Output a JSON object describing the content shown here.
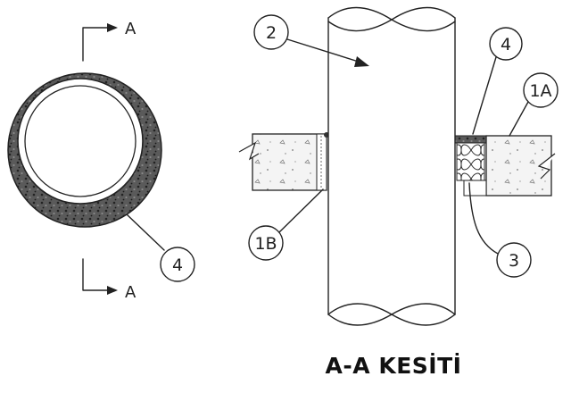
{
  "section_arrows": {
    "top_label": "A",
    "bottom_label": "A"
  },
  "callouts": {
    "pipe": "2",
    "seal_top": "4",
    "seal_left_view": "4",
    "wall_right": "1A",
    "wall_left": "1B",
    "insulation": "3"
  },
  "caption": "A-A KESİTİ",
  "colors": {
    "line": "#222222",
    "wall_fill": "#f3f3f3",
    "sealant": "#3a3a3a",
    "paper": "#ffffff"
  }
}
